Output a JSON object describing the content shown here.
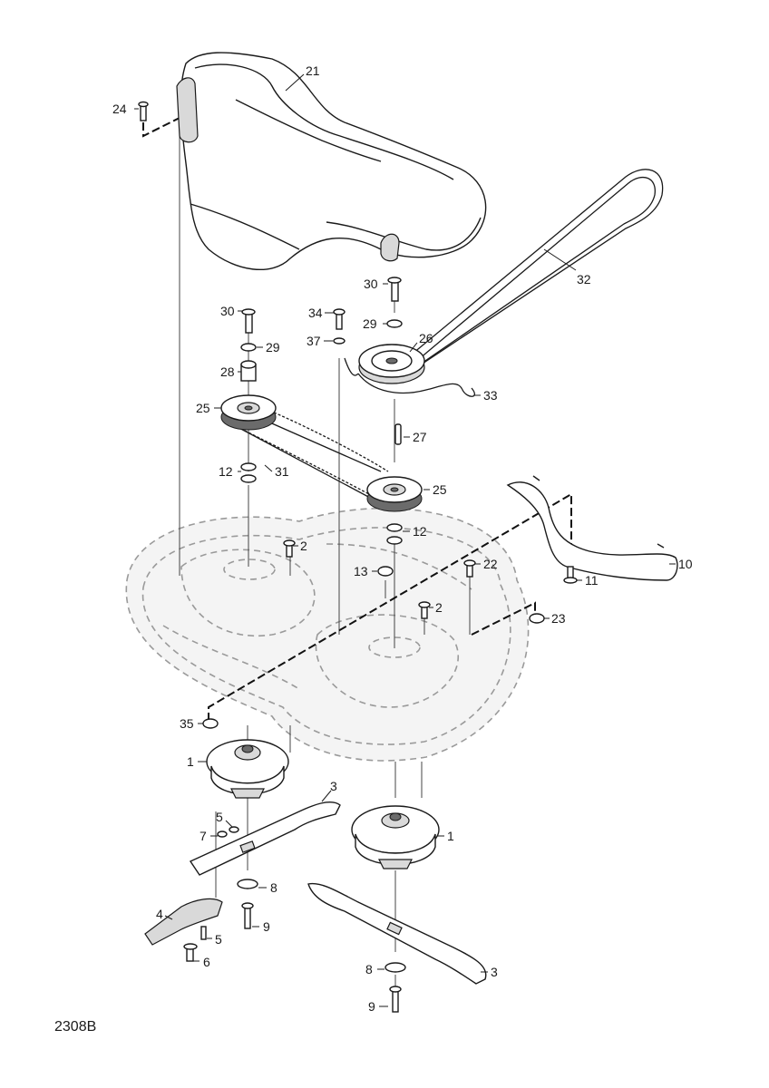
{
  "drawing": {
    "code": "2308B",
    "callouts": {
      "c21": "21",
      "c24": "24",
      "c32": "32",
      "c30a": "30",
      "c30b": "30",
      "c34": "34",
      "c29a": "29",
      "c29b": "29",
      "c26": "26",
      "c37": "37",
      "c28": "28",
      "c25a": "25",
      "c25b": "25",
      "c33": "33",
      "c27": "27",
      "c12a": "12",
      "c12b": "12",
      "c31": "31",
      "c2a": "2",
      "c2b": "2",
      "c22": "22",
      "c13": "13",
      "c10": "10",
      "c11": "11",
      "c23": "23",
      "c35": "35",
      "c1a": "1",
      "c1b": "1",
      "c3a": "3",
      "c3b": "3",
      "c5a": "5",
      "c5b": "5",
      "c7": "7",
      "c4": "4",
      "c6": "6",
      "c8a": "8",
      "c8b": "8",
      "c9a": "9",
      "c9b": "9"
    }
  }
}
